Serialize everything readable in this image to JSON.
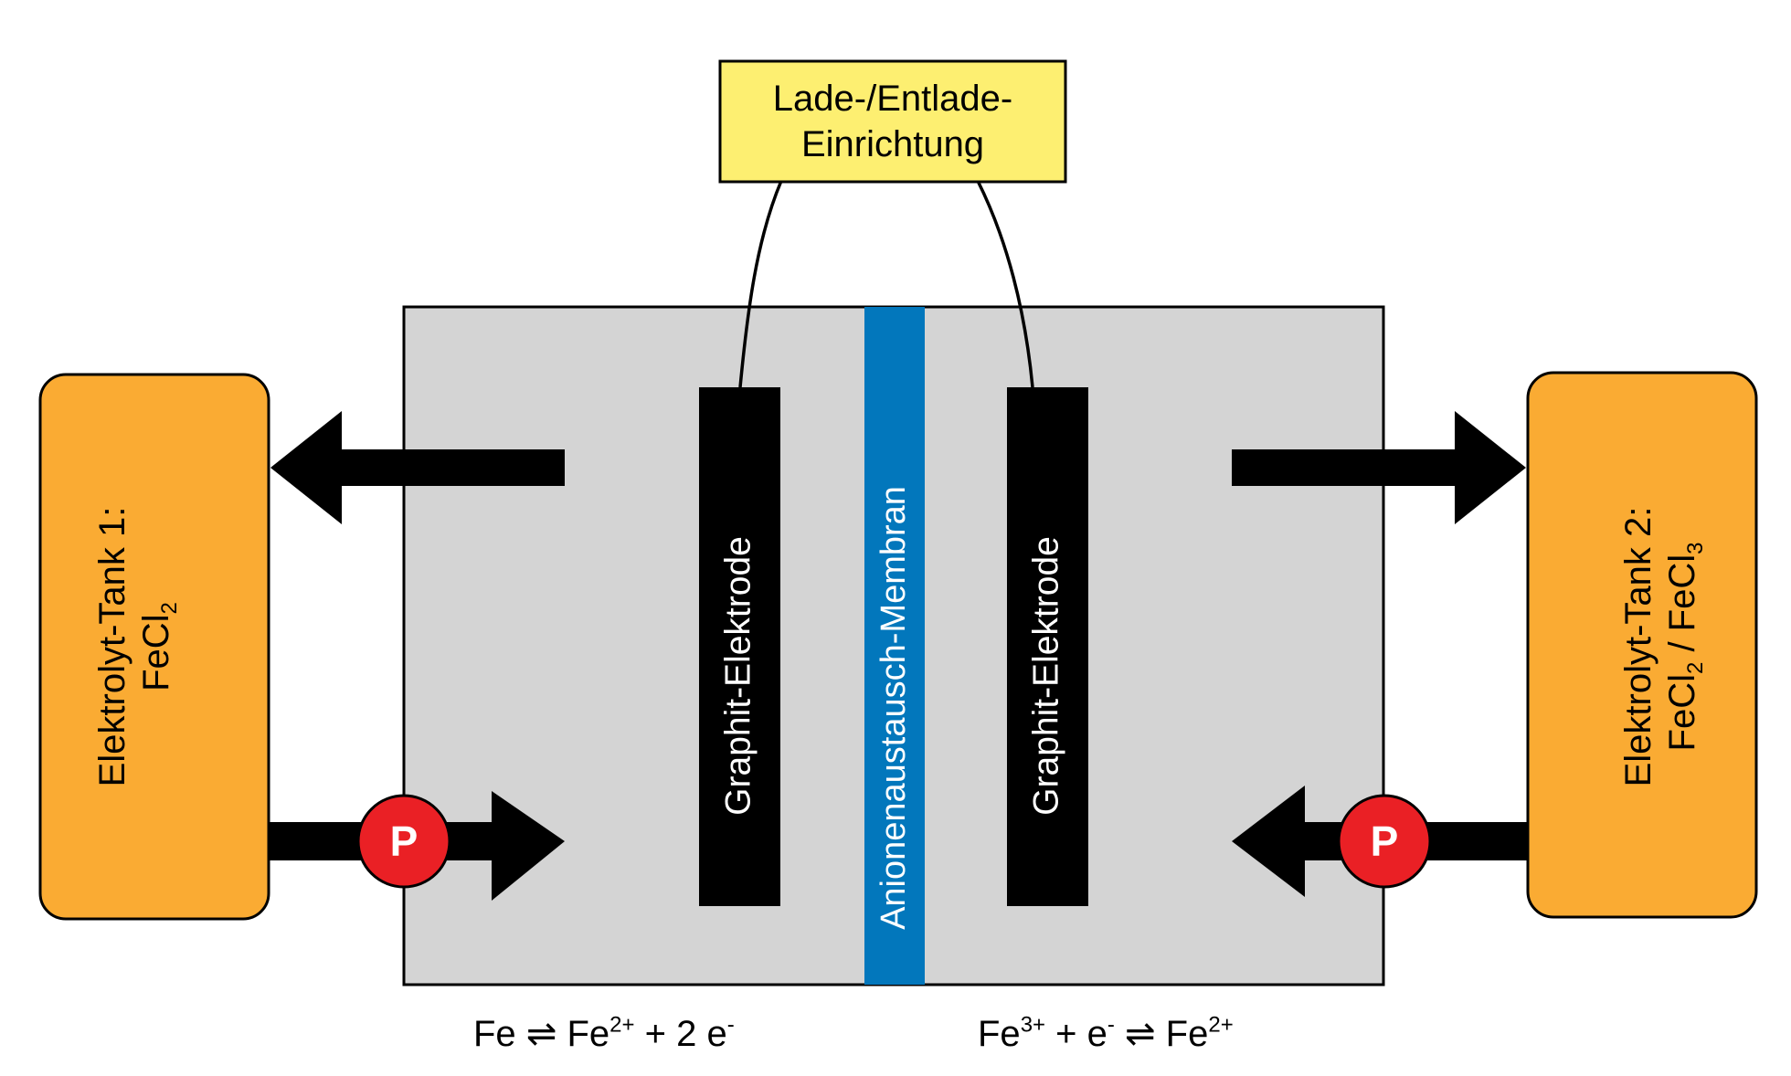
{
  "controller": {
    "line1": "Lade-/Entlade-",
    "line2": "Einrichtung"
  },
  "electrode_left": {
    "label": "Graphit-Elektrode"
  },
  "electrode_right": {
    "label": "Graphit-Elektrode"
  },
  "membrane": {
    "label": "Anionenaustausch-Membran"
  },
  "tank_left": {
    "line1": "Elektrolyt-Tank 1:",
    "formula_base": "FeCl",
    "formula_sub": "2"
  },
  "tank_right": {
    "line1": "Elektrolyt-Tank 2:",
    "f1_base": "FeCl",
    "f1_sub": "2",
    "separator": " / ",
    "f2_base": "FeCl",
    "f2_sub": "3"
  },
  "pump_left": {
    "label": "P"
  },
  "pump_right": {
    "label": "P"
  },
  "equation_left": {
    "lhs": "Fe",
    "arrow": "⇌",
    "ion": "Fe",
    "ion_charge": "2+",
    "rhs_rest": " + 2 e",
    "e_charge": "-"
  },
  "equation_right": {
    "ion": "Fe",
    "ion_charge": "3+",
    "mid": " + e",
    "e_charge": "-",
    "arrow": "⇌",
    "product": "Fe",
    "product_charge": "2+"
  },
  "colors": {
    "cell": "#d4d4d4",
    "membrane": "#0277bc",
    "electrode": "#000000",
    "tank": "#faab33",
    "controller": "#fdef71",
    "pump": "#ea2025"
  }
}
